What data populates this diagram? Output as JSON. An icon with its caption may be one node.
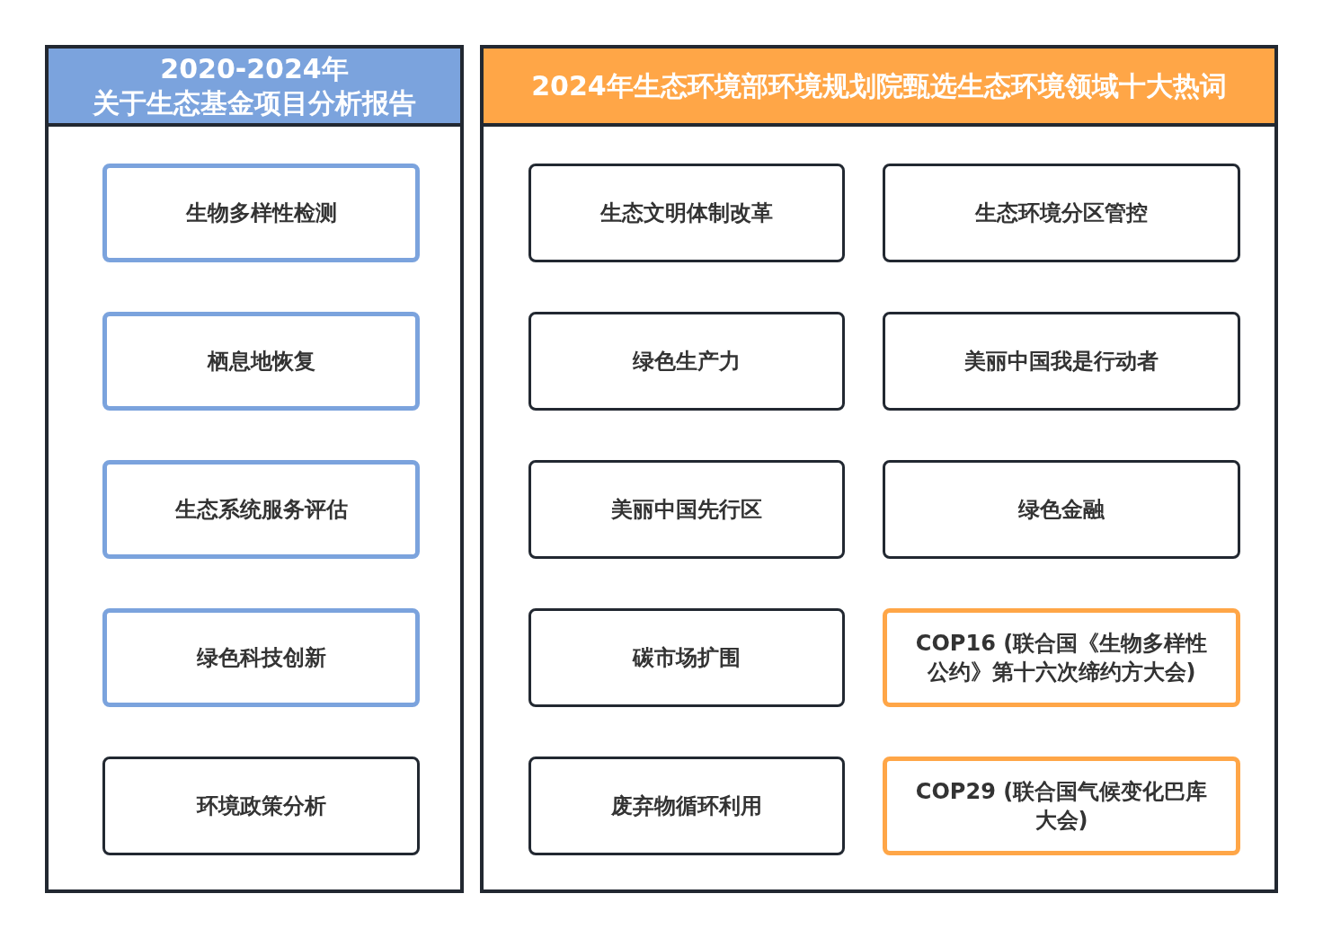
{
  "diagram": {
    "nodes": [
      {
        "text": [
          "2020-2024年",
          "关于生态基金项目分析报告"
        ]
      },
      {
        "text": [
          "生物多样性检测"
        ],
        "in": 0
      },
      {
        "text": [
          "栖息地恢复"
        ],
        "in": 0
      },
      {
        "text": [
          "生态系统服务评估"
        ],
        "in": 0
      },
      {
        "text": [
          "绿色科技创新"
        ],
        "in": 0
      },
      {
        "text": [
          "环境政策分析"
        ],
        "in": 0
      },
      {
        "text": [
          "2024年生态环境部环境规划院甄选生态环境领域十大热词"
        ]
      },
      {
        "text": [
          "生态文明体制改革"
        ],
        "in": 6
      },
      {
        "text": [
          "生态环境分区管控"
        ],
        "in": 6
      },
      {
        "text": [
          "绿色生产力"
        ],
        "in": 6
      },
      {
        "text": [
          "美丽中国我是行动者"
        ],
        "in": 6
      },
      {
        "text": [
          "美丽中国先行区"
        ],
        "in": 6
      },
      {
        "text": [
          "绿色金融"
        ],
        "in": 6
      },
      {
        "text": [
          "碳市场扩围"
        ],
        "in": 6
      },
      {
        "text": [
          "COP16 (联合国《生物多样性公约》第十六次缔约方大会)"
        ],
        "in": 6
      },
      {
        "text": [
          "废弃物循环利用"
        ],
        "in": 6
      },
      {
        "text": [
          "COP29 (联合国气候变化巴库大会)"
        ],
        "in": 6
      }
    ]
  }
}
